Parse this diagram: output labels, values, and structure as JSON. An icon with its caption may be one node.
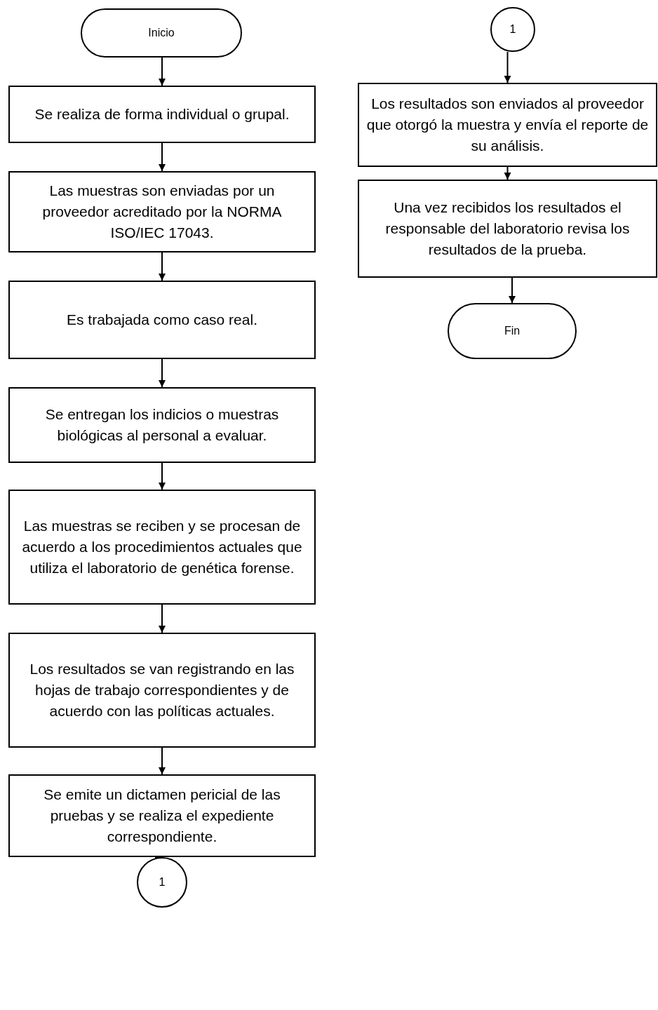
{
  "diagram": {
    "nodes": [
      {
        "text": [
          "Inicio"
        ]
      },
      {
        "text": [
          "Se realiza de forma individual o grupal."
        ]
      },
      {
        "text": [
          "Las muestras son enviadas por un proveedor acreditado por la NORMA ISO/IEC 17043."
        ]
      },
      {
        "text": [
          "Es trabajada como caso real."
        ]
      },
      {
        "text": [
          "Se entregan los indicios o muestras biológicas al personal a evaluar."
        ]
      },
      {
        "text": [
          "Las muestras se reciben y se procesan de acuerdo a los procedimientos actuales que utiliza el laboratorio de genética forense."
        ]
      },
      {
        "text": [
          "Los resultados se van registrando en las hojas de trabajo correspondientes y de acuerdo con las políticas actuales."
        ]
      },
      {
        "text": [
          "Se emite un dictamen pericial de las pruebas y se realiza el expediente correspondiente."
        ]
      },
      {
        "text": [
          "1"
        ]
      },
      {
        "text": [
          "1"
        ]
      },
      {
        "text": [
          "Los resultados son enviados al proveedor que otorgó la muestra y envía el reporte de su análisis."
        ]
      },
      {
        "text": [
          "Una vez recibidos los resultados el responsable del laboratorio revisa los resultados de la prueba."
        ]
      },
      {
        "text": [
          "Fin"
        ]
      }
    ],
    "edges": [
      {
        "from": 0,
        "to": 1,
        "arrow": "to"
      },
      {
        "from": 1,
        "to": 2,
        "arrow": "to"
      },
      {
        "from": 2,
        "to": 3,
        "arrow": "to"
      },
      {
        "from": 3,
        "to": 4,
        "arrow": "to"
      },
      {
        "from": 4,
        "to": 5,
        "arrow": "to"
      },
      {
        "from": 5,
        "to": 6,
        "arrow": "to"
      },
      {
        "from": 6,
        "to": 7,
        "arrow": "to"
      },
      {
        "from": 7,
        "to": 8,
        "arrow": "to"
      },
      {
        "from": 9,
        "to": 10,
        "arrow": "to"
      },
      {
        "from": 10,
        "to": 11,
        "arrow": "to"
      },
      {
        "from": 11,
        "to": 12,
        "arrow": "to"
      }
    ]
  }
}
